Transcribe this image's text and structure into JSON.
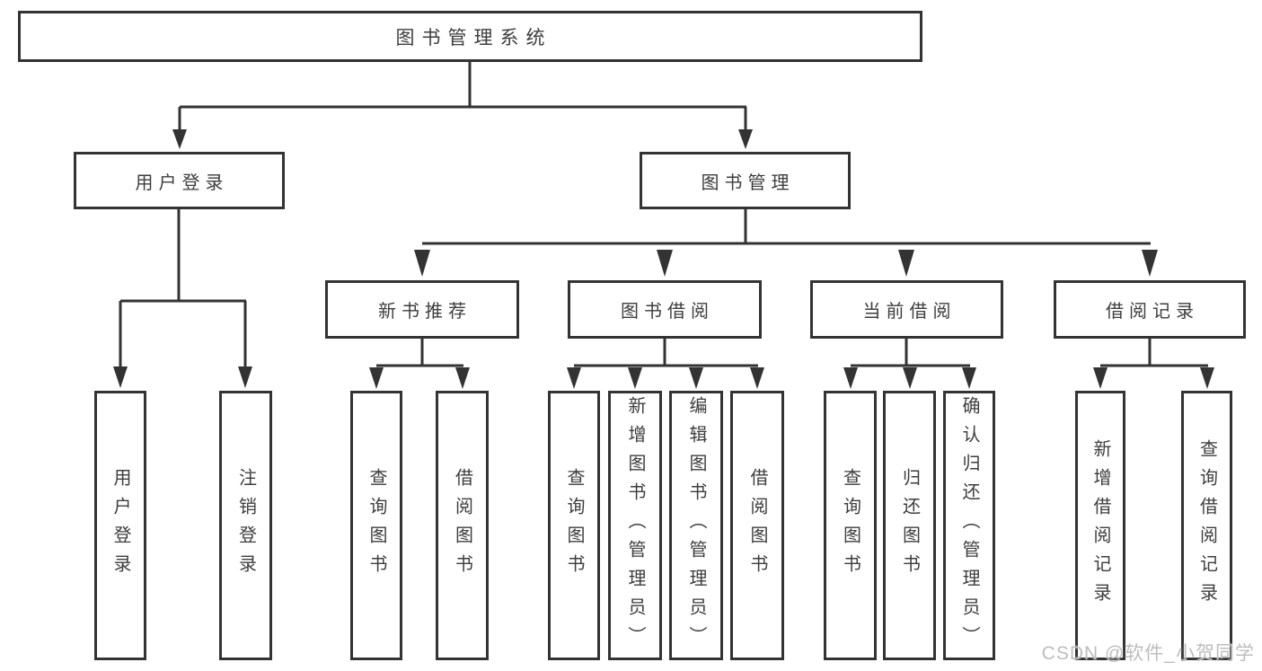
{
  "tree": {
    "root": "图书管理系统",
    "branches": [
      {
        "label": "用户登录",
        "children": [
          "用户登录",
          "注销登录"
        ]
      },
      {
        "label": "图书管理",
        "groups": [
          {
            "label": "新书推荐",
            "children": [
              "查询图书",
              "借阅图书"
            ]
          },
          {
            "label": "图书借阅",
            "children": [
              "查询图书",
              "新增图书（管理员）",
              "编辑图书（管理员）",
              "借阅图书"
            ]
          },
          {
            "label": "当前借阅",
            "children": [
              "查询图书",
              "归还图书",
              "确认归还（管理员）"
            ]
          },
          {
            "label": "借阅记录",
            "children": [
              "新增借阅记录",
              "查询借阅记录"
            ]
          }
        ]
      }
    ]
  },
  "watermark": {
    "text": "CSDN @软件_小贺同学"
  },
  "colors": {
    "line": "#333333",
    "box_border": "#333333",
    "text": "#3d3d3d",
    "watermark": "#bdbdbd",
    "background": "#ffffff"
  }
}
